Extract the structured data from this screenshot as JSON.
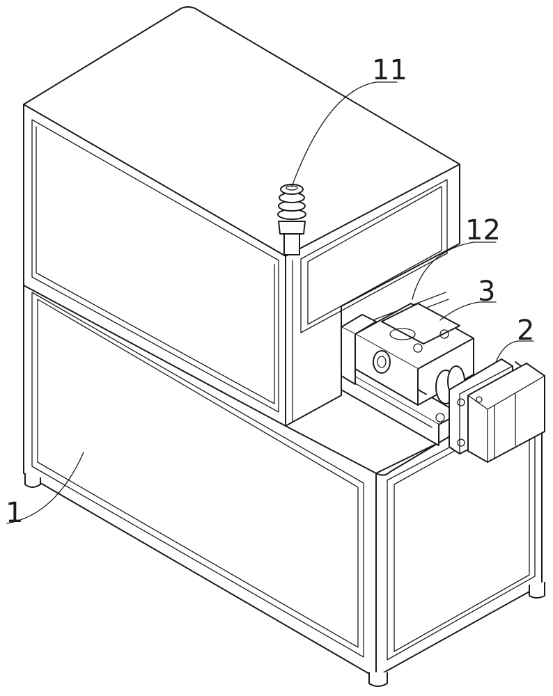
{
  "labels": [
    {
      "key": "base",
      "text": "1"
    },
    {
      "key": "motor",
      "text": "2"
    },
    {
      "key": "fixture",
      "text": "3"
    },
    {
      "key": "indicator",
      "text": "11"
    },
    {
      "key": "window",
      "text": "12"
    }
  ]
}
